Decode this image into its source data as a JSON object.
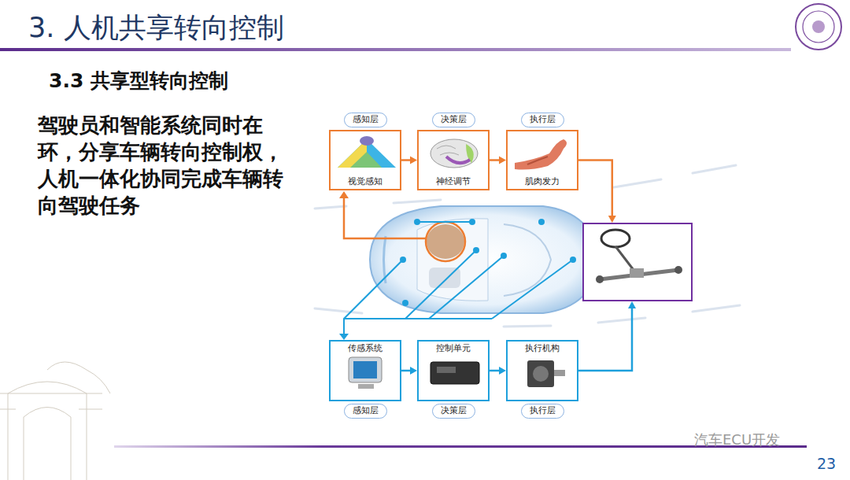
{
  "diagram": {
    "title": "3. 人机共享转向控制",
    "nodes": [
      {
        "text": [
          "感知层",
          "视觉感知"
        ]
      },
      {
        "text": [
          "决策层",
          "神经调节"
        ]
      },
      {
        "text": [
          "执行层",
          "肌肉发力"
        ]
      },
      {
        "text": []
      },
      {
        "text": [
          "传感系统",
          "感知层"
        ]
      },
      {
        "text": [
          "控制单元",
          "决策层"
        ]
      },
      {
        "text": [
          "执行机构",
          "执行层"
        ]
      }
    ],
    "edges": [
      {
        "from": 0,
        "to": 1,
        "arrow": "to"
      },
      {
        "from": 1,
        "to": 2,
        "arrow": "to"
      },
      {
        "from": 2,
        "to": 3,
        "arrow": "to"
      },
      {
        "from": 4,
        "to": 5,
        "arrow": "to"
      },
      {
        "from": 5,
        "to": 6,
        "arrow": "to"
      },
      {
        "from": 6,
        "to": 3,
        "arrow": "to"
      }
    ],
    "labels": [
      "3.3 共享型转向控制",
      "驾驶员和智能系统同时在环，分享车辆转向控制权，人机一体化协同完成车辆转向驾驶任务",
      "汽车ECU开发",
      "23"
    ]
  }
}
